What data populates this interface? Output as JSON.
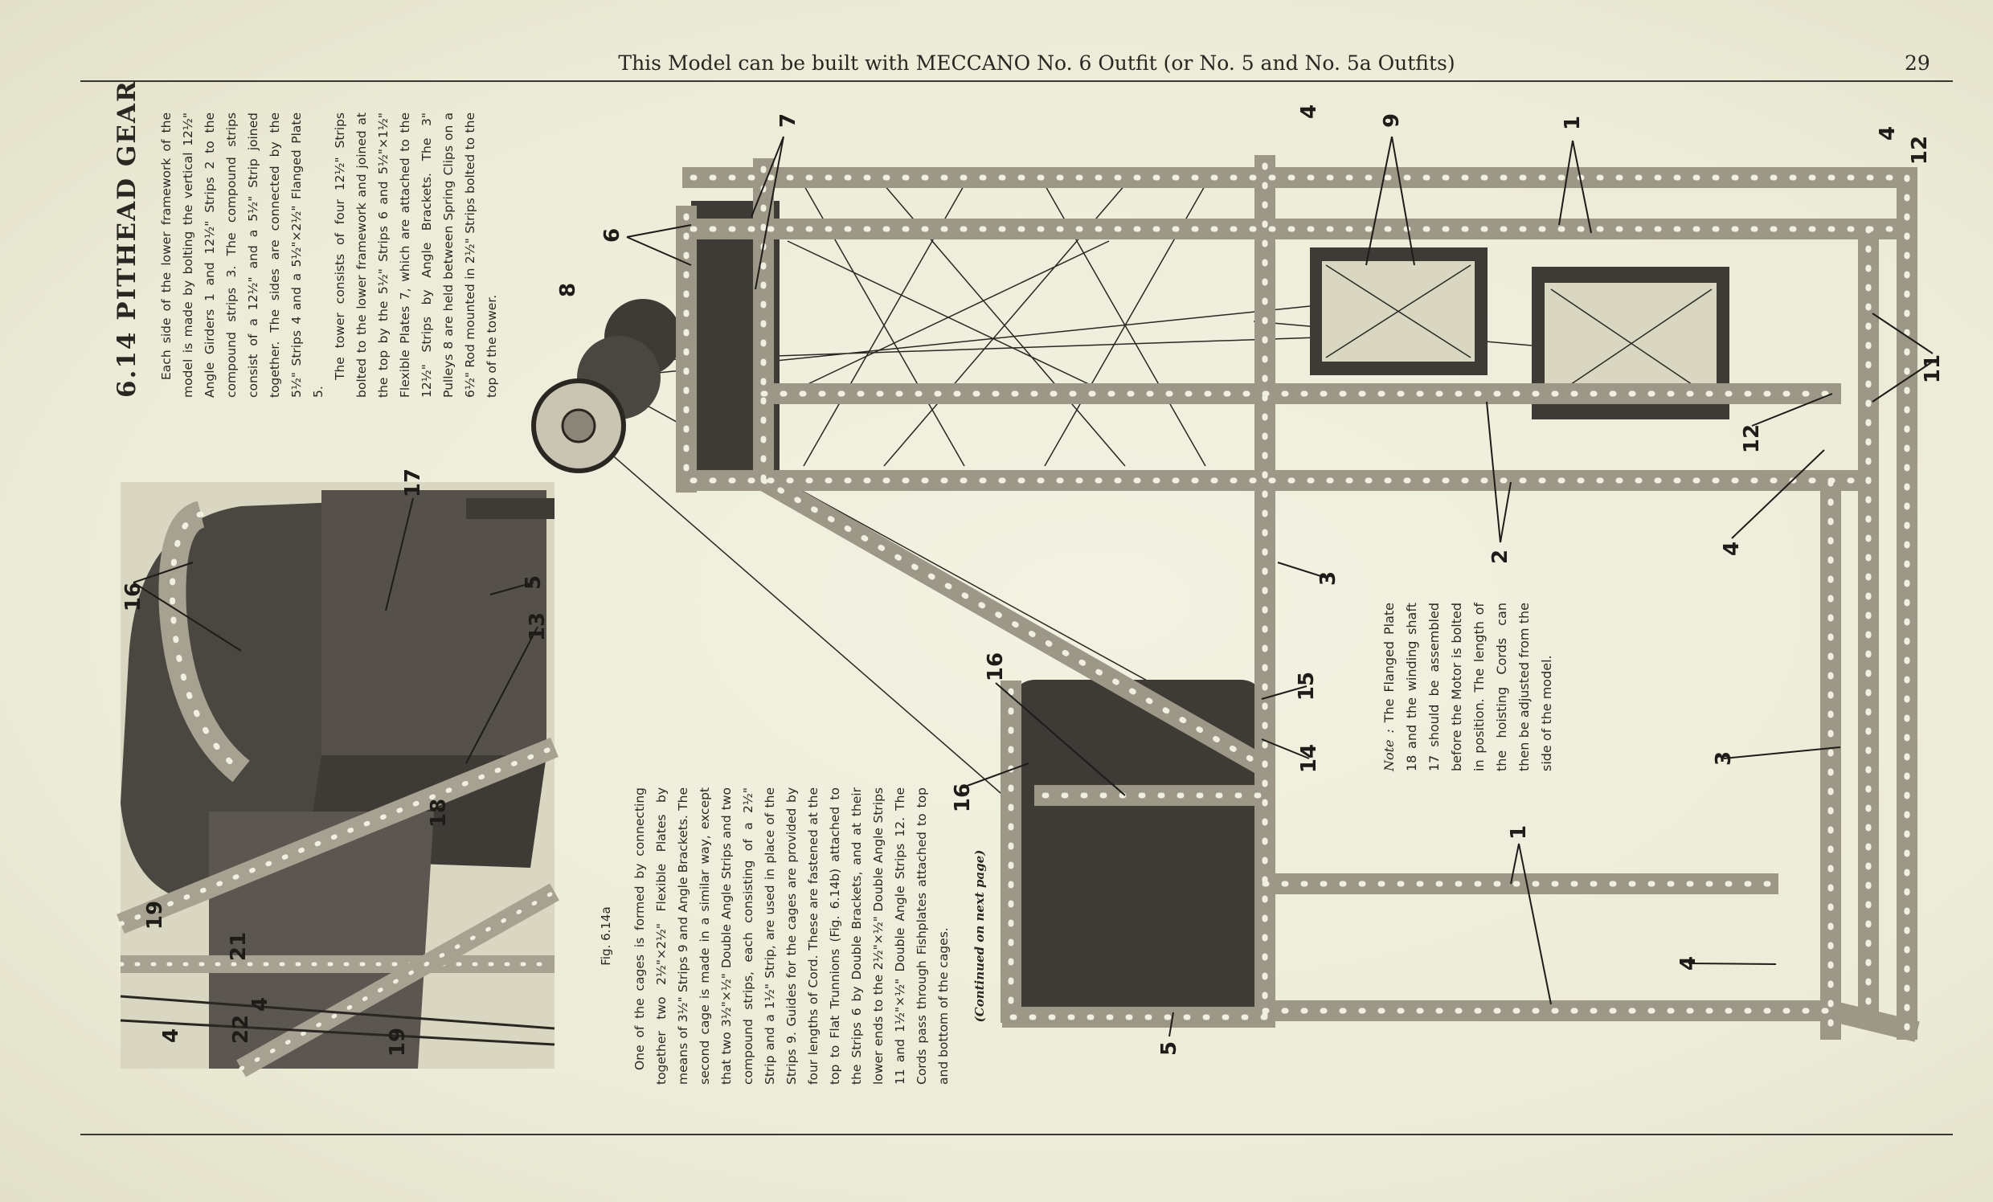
{
  "header": {
    "text": "This Model can be built with MECCANO No. 6 Outfit (or No. 5 and No. 5a Outfits)",
    "page_number": "29"
  },
  "model": {
    "title": "6.14  PITHEAD GEAR",
    "paragraphs": [
      "Each side of the lower framework of the model is made by bolting the vertical 12½\" Angle Girders 1 and 12½\" Strips 2 to the compound strips 3. The compound strips consist of a 12½\" and a 5½\" Strip joined together. The sides are connected by the 5½\" Strips 4 and a 5½\"×2½\" Flanged Plate 5.",
      "The tower consists of four 12½\" Strips bolted to the lower framework and joined at the top by the 5½\" Strips 6 and 5½\"×1½\" Flexible Plates 7, which are attached to the 12½\" Strips by Angle Brackets. The 3\" Pulleys 8 are held between Spring Clips on a 6½\" Rod mounted in 2½\" Strips bolted to the top of the tower."
    ]
  },
  "figure_a": {
    "caption": "Fig. 6.14a",
    "text": "One of the cages is formed by connecting together two 2½\"×2½\" Flexible Plates by means of 3½\" Strips 9 and Angle Brackets. The second cage is made in a similar way, except that two 3½\"×½\" Double Angle Strips and two compound strips, each consisting of a 2½\" Strip and a 1½\" Strip, are used in place of the Strips 9. Guides for the cages are provided by four lengths of Cord. These are fastened at the top to Flat Trunnions (Fig. 6.14b) attached to the Strips 6 by Double Brackets, and at their lower ends to the 2½\"×½\" Double Angle Strips 11 and 1½\"×½\" Double Angle Strips 12. The Cords pass through Fishplates attached to top and bottom of the cages.",
    "continued": "(Continued on next page)"
  },
  "note": {
    "label": "Note :",
    "text": "The Flanged Plate 18 and the winding shaft 17 should be assembled before the Motor is bolted in position. The length of the hoisting Cords can then be adjusted from the side of the model."
  },
  "callouts": [
    "7",
    "9",
    "1",
    "4",
    "4",
    "12",
    "6",
    "8",
    "11",
    "12",
    "4",
    "2",
    "3",
    "17",
    "16",
    "5",
    "13",
    "18",
    "15",
    "14",
    "16",
    "16",
    "3",
    "1",
    "19",
    "21",
    "4",
    "22",
    "4",
    "19",
    "4",
    "5"
  ],
  "colors": {
    "paper": "#efeedb",
    "ink": "#2a2722",
    "metal": "#9c9787"
  }
}
